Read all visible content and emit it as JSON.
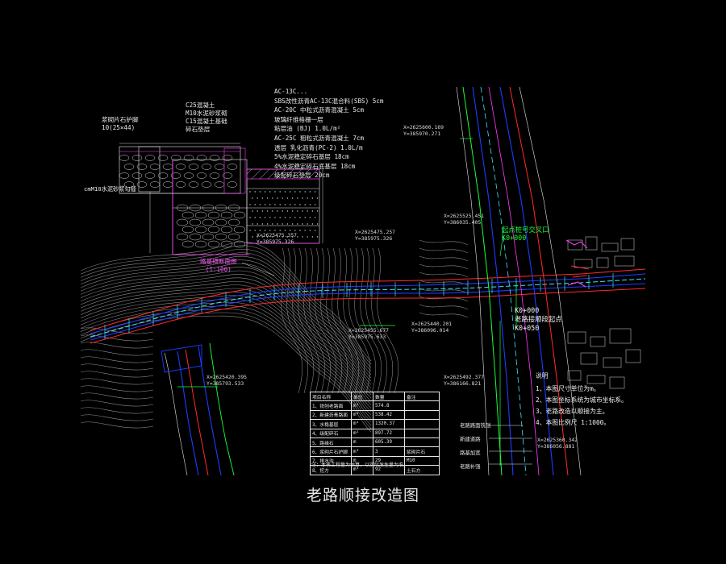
{
  "caption": "老路顺接改造图",
  "colors": {
    "background": "#000000",
    "road_blue": "#1e3cff",
    "road_red": "#ff2a2a",
    "road_cyan": "#39e6ff",
    "contour_gray": "#9a9a9a",
    "green": "#19ff3a",
    "magenta": "#ff3cff",
    "white": "#e8e8e8"
  },
  "pavement_text": [
    "AC-13C...",
    "SBS改性沥青AC-13C混合料(SBS) 5cm",
    "AC-20C 中粒式沥青混凝土 5cm",
    "玻璃纤维格栅一层",
    "粘层油 (BJ) 1.0L/m²",
    "AC-25C 粗粒式沥青混凝土 7cm",
    "透层 乳化沥青(PC-2) 1.0L/m",
    "5%水泥稳定碎石基层 18cm",
    "4%水泥稳定碎石底基层 18cm",
    "级配碎石垫层 20cm"
  ],
  "small_section": [
    "C25混凝土",
    "M10水泥砂浆砌",
    "C15混凝土基础",
    "碎石垫层"
  ],
  "left_layers": [
    "浆砌片石护脚",
    "10(25×44)"
  ],
  "edge_note": "cmM10水泥砂浆勾缝",
  "section_title": [
    "路基横断面图",
    "(1:100)"
  ],
  "coords": {
    "left": [
      "X=2625475.357",
      "Y=385975.326"
    ],
    "mid": [
      "X=2625475.257",
      "Y=385975.326"
    ],
    "mid2": [
      "X=2625455.677",
      "Y=385975.633"
    ],
    "mid3": [
      "X=2625440.201",
      "Y=386096.014"
    ],
    "bottomleft": [
      "X=2625420.395",
      "Y=385793.533"
    ],
    "topright": [
      "X=2625600.169",
      "Y=385970.271"
    ],
    "right1": [
      "X=2625525.451",
      "Y=386035.405"
    ],
    "right2": [
      "X=2625492.377",
      "Y=386166.821"
    ],
    "right3": [
      "X=2625360.342",
      "Y=386056.881"
    ]
  },
  "green_label": [
    "起点桩号交叉口",
    "K0+000"
  ],
  "main_label": [
    "K0+000",
    "老路接顺段起点",
    "K0+050"
  ],
  "notes": {
    "title": "说明",
    "items": [
      "1、本图尺寸单位为m。",
      "2、本图坐标系统为城市坐标系。",
      "3、老路改造以顺接为主。",
      "4、本图比例尺 1:1000。"
    ]
  },
  "annotations": [
    "老路路面铣刨",
    "新建道路",
    "路基加宽",
    "老路补强"
  ],
  "quantity_table": {
    "headers": [
      "项目名称",
      "单位",
      "数量",
      "备注"
    ],
    "rows": [
      [
        "1、铣刨老路面",
        "m²",
        "574.8",
        ""
      ],
      [
        "2、新建沥青路面",
        "m²",
        "538.42",
        ""
      ],
      [
        "3、水稳基层",
        "m²",
        "1320.37",
        ""
      ],
      [
        "4、级配碎石",
        "m²",
        "897.72",
        ""
      ],
      [
        "5、路缘石",
        "m",
        "605.39",
        ""
      ],
      [
        "6、浆砌片石护脚",
        "m³",
        "3",
        "浆砌片石"
      ],
      [
        "7、排水沟",
        "m",
        "29",
        "M10"
      ],
      [
        "8、挖方",
        "m³",
        "92",
        "土石方"
      ]
    ]
  },
  "table_note": "注：本表工程量为估算，以实际发生量为准。"
}
